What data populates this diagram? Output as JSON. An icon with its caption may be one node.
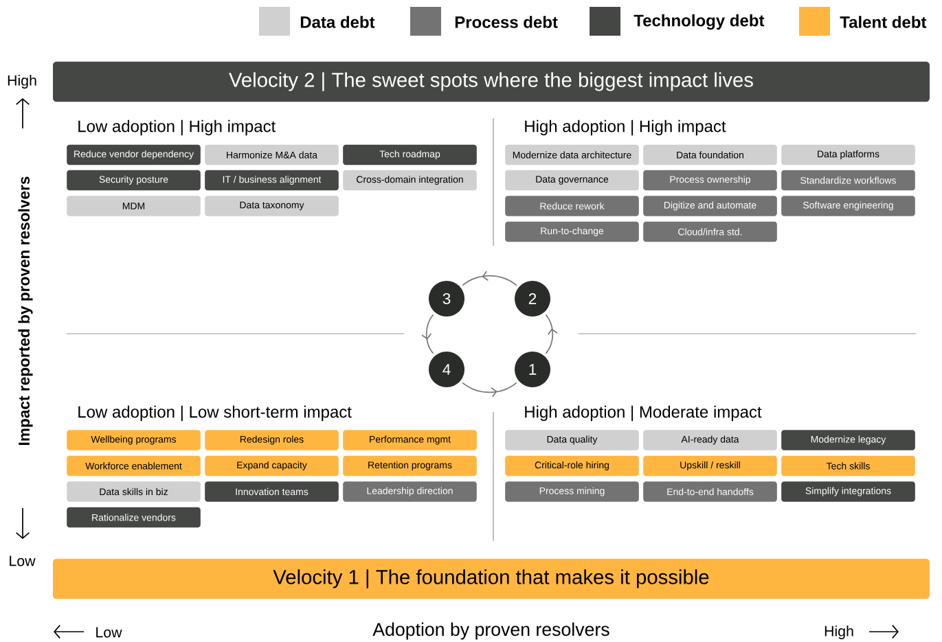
{
  "diagram": {
    "nodes": [
      {
        "text": [
          "Velocity 2 | The sweet spots where the biggest impact lives"
        ]
      },
      {
        "text": [
          "Reduce vendor dependency"
        ]
      },
      {
        "text": [
          "Harmonize M&A data"
        ]
      },
      {
        "text": [
          "Tech roadmap"
        ]
      },
      {
        "text": [
          "Security posture"
        ]
      },
      {
        "text": [
          "IT / business alignment"
        ]
      },
      {
        "text": [
          "Cross-domain integration"
        ]
      },
      {
        "text": [
          "MDM"
        ]
      },
      {
        "text": [
          "Data taxonomy"
        ]
      },
      {
        "text": [
          "Modernize data architecture"
        ]
      },
      {
        "text": [
          "Data foundation"
        ]
      },
      {
        "text": [
          "Data platforms"
        ]
      },
      {
        "text": [
          "Data governance"
        ]
      },
      {
        "text": [
          "Process ownership"
        ]
      },
      {
        "text": [
          "Standardize workflows"
        ]
      },
      {
        "text": [
          "Reduce rework"
        ]
      },
      {
        "text": [
          "Digitize and automate"
        ]
      },
      {
        "text": [
          "Software engineering"
        ]
      },
      {
        "text": [
          "Run-to-change"
        ]
      },
      {
        "text": [
          "Cloud/infra std."
        ]
      },
      {
        "text": [
          "3"
        ]
      },
      {
        "text": [
          "2"
        ]
      },
      {
        "text": [
          "4"
        ]
      },
      {
        "text": [
          "1"
        ]
      },
      {
        "text": [
          "Wellbeing programs"
        ]
      },
      {
        "text": [
          "Redesign roles"
        ]
      },
      {
        "text": [
          "Performance mgmt"
        ]
      },
      {
        "text": [
          "Workforce enablement"
        ]
      },
      {
        "text": [
          "Expand capacity"
        ]
      },
      {
        "text": [
          "Retention programs"
        ]
      },
      {
        "text": [
          "Data skills in biz"
        ]
      },
      {
        "text": [
          "Innovation teams"
        ]
      },
      {
        "text": [
          "Leadership direction"
        ]
      },
      {
        "text": [
          "Rationalize vendors"
        ]
      },
      {
        "text": [
          "Data quality"
        ]
      },
      {
        "text": [
          "AI-ready data"
        ]
      },
      {
        "text": [
          "Modernize legacy"
        ]
      },
      {
        "text": [
          "Critical-role hiring"
        ]
      },
      {
        "text": [
          "Upskill / reskill"
        ]
      },
      {
        "text": [
          "Tech skills"
        ]
      },
      {
        "text": [
          "Process mining"
        ]
      },
      {
        "text": [
          "End-to-end handoffs"
        ]
      },
      {
        "text": [
          "Simplify integrations"
        ]
      },
      {
        "text": [
          "Velocity 1 | The foundation that makes it possible"
        ]
      }
    ],
    "edges": [
      {
        "from": 23,
        "to": 21,
        "arrow": "to"
      },
      {
        "from": 21,
        "to": 20,
        "arrow": "to"
      },
      {
        "from": 20,
        "to": 22,
        "arrow": "to"
      },
      {
        "from": 22,
        "to": 23,
        "arrow": "to"
      }
    ],
    "labels": [
      "High",
      "Impact reported by proven resolvers",
      "Low",
      "Low adoption | High impact",
      "High adoption | High impact",
      "Low adoption | Low short-term impact",
      "High adoption | Moderate impact",
      "Low",
      "Adoption by proven resolvers",
      "High"
    ],
    "legend": [
      {
        "text": "Data debt",
        "color": "#d0d0d0"
      },
      {
        "text": "Process debt",
        "color": "#737373"
      },
      {
        "text": "Technology debt",
        "color": "#454745"
      },
      {
        "text": "Talent debt",
        "color": "#ffb641"
      }
    ]
  }
}
